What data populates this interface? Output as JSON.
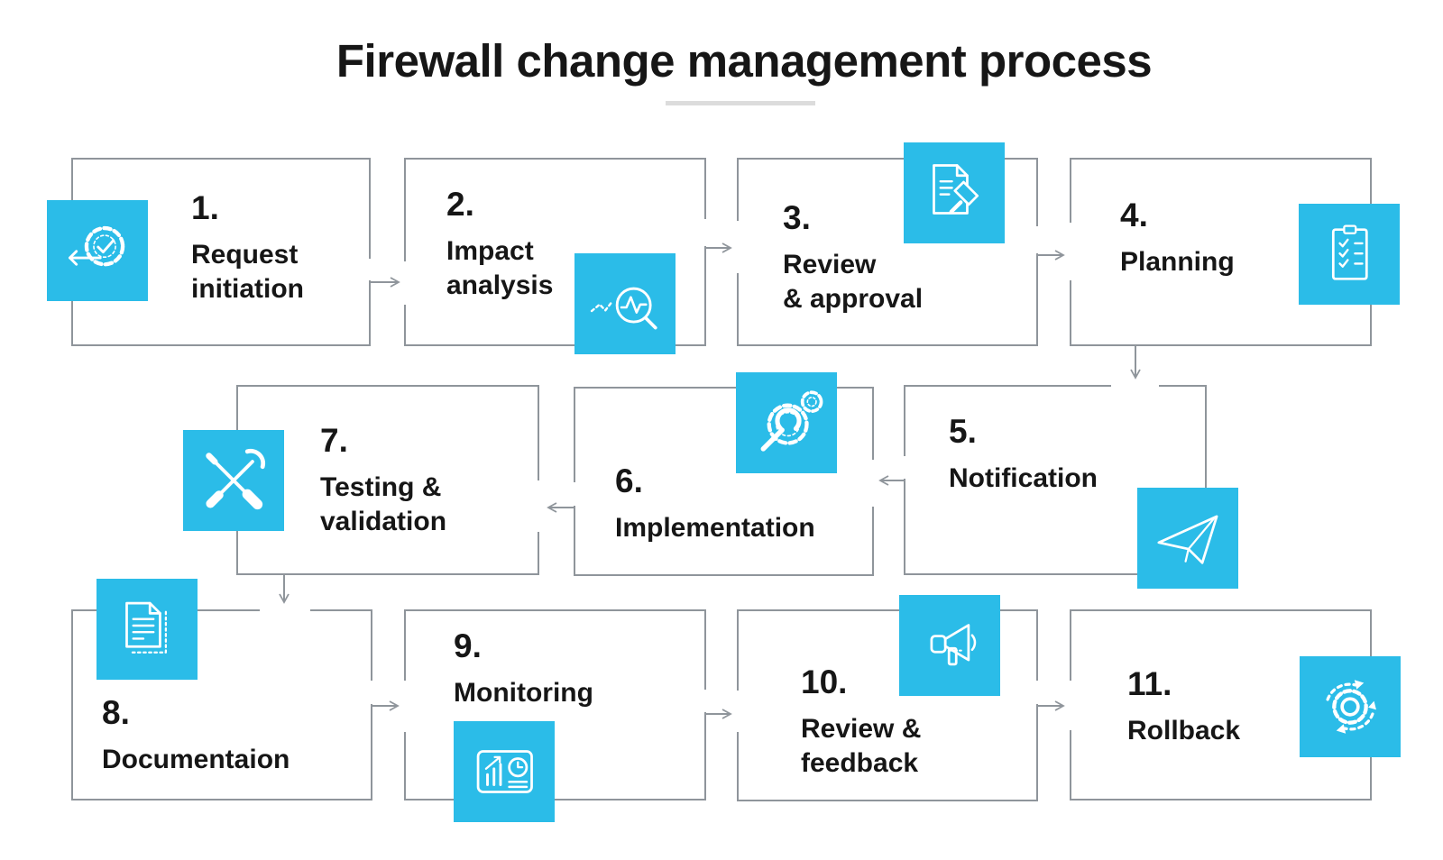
{
  "title": "Firewall change management process",
  "colors": {
    "accent": "#2bbce8",
    "line": "#8f959b",
    "text": "#161616",
    "title_underline": "#dcdcdc"
  },
  "steps": [
    {
      "number": "1.",
      "lines": [
        "Request",
        "initiation"
      ],
      "icon": "gear-checkmark-arrow-icon"
    },
    {
      "number": "2.",
      "lines": [
        "Impact",
        "analysis"
      ],
      "icon": "magnifier-pulse-icon"
    },
    {
      "number": "3.",
      "lines": [
        "Review",
        "& approval"
      ],
      "icon": "document-gavel-icon"
    },
    {
      "number": "4.",
      "lines": [
        "Planning"
      ],
      "icon": "clipboard-checklist-icon"
    },
    {
      "number": "5.",
      "lines": [
        "Notification"
      ],
      "icon": "paper-plane-icon"
    },
    {
      "number": "6.",
      "lines": [
        "Implementation"
      ],
      "icon": "wrench-gears-icon"
    },
    {
      "number": "7.",
      "lines": [
        "Testing &",
        "validation"
      ],
      "icon": "crossed-tools-icon"
    },
    {
      "number": "8.",
      "lines": [
        "Documentaion"
      ],
      "icon": "documents-icon"
    },
    {
      "number": "9.",
      "lines": [
        "Monitoring"
      ],
      "icon": "dashboard-chart-clock-icon"
    },
    {
      "number": "10.",
      "lines": [
        "Review &",
        "feedback"
      ],
      "icon": "megaphone-icon"
    },
    {
      "number": "11.",
      "lines": [
        "Rollback"
      ],
      "icon": "gear-rotation-arrows-icon"
    }
  ]
}
